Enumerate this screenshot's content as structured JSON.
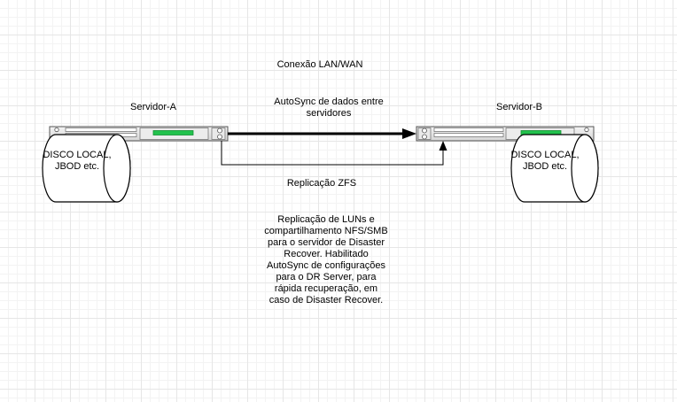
{
  "diagram": {
    "connection_label": "Conexão LAN/WAN",
    "autosync_label": "AutoSync de dados entre servidores",
    "replication_label": "Replicação ZFS",
    "description": "Replicação de LUNs e compartilhamento NFS/SMB para o servidor de Disaster Recover. Habilitado AutoSync de configurações para o DR Server, para rápida recuperação, em caso de Disaster Recover.",
    "server_a": {
      "name": "Servidor-A",
      "disk_label": "DISCO LOCAL, JBOD etc."
    },
    "server_b": {
      "name": "Servidor-B",
      "disk_label": "DISCO LOCAL, JBOD etc."
    }
  },
  "colors": {
    "server_body": "#e6e6e6",
    "server_border": "#555555",
    "status_led": "#22c24d",
    "arrow": "#000000"
  }
}
